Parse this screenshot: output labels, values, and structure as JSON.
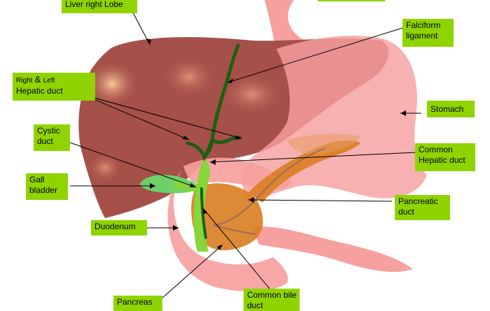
{
  "labels": {
    "liver_right_lobe": "Liver right Lobe",
    "falciform_1": "Falciform",
    "falciform_2": "ligament",
    "hepatic_right": "Right",
    "hepatic_amp": "&",
    "hepatic_left": "Left",
    "hepatic_duct": "Hepatic duct",
    "cystic_1": "Cystic",
    "cystic_2": "duct",
    "stomach": "Stomach",
    "common_hepatic_1": "Common",
    "common_hepatic_2": "Hepatic duct",
    "gall_1": "Gall",
    "gall_2": "bladder",
    "pancreatic_1": "Pancreatic",
    "pancreatic_2": "duct",
    "duodenum": "Duodenum",
    "pancreas": "Pancreas",
    "common_bile_1": "Common bile",
    "common_bile_2": "duct"
  },
  "colors": {
    "label_bg": "#8fd400",
    "liver": "#a6504a",
    "liver_highlight": "#f5b98a",
    "stomach": "#f7a0a0",
    "duodenum": "#f7a0a0",
    "pancreas": "#d97d20",
    "duct": "#1f5e12",
    "duct_light": "#86d63a",
    "gall_bladder": "#6fd067"
  }
}
